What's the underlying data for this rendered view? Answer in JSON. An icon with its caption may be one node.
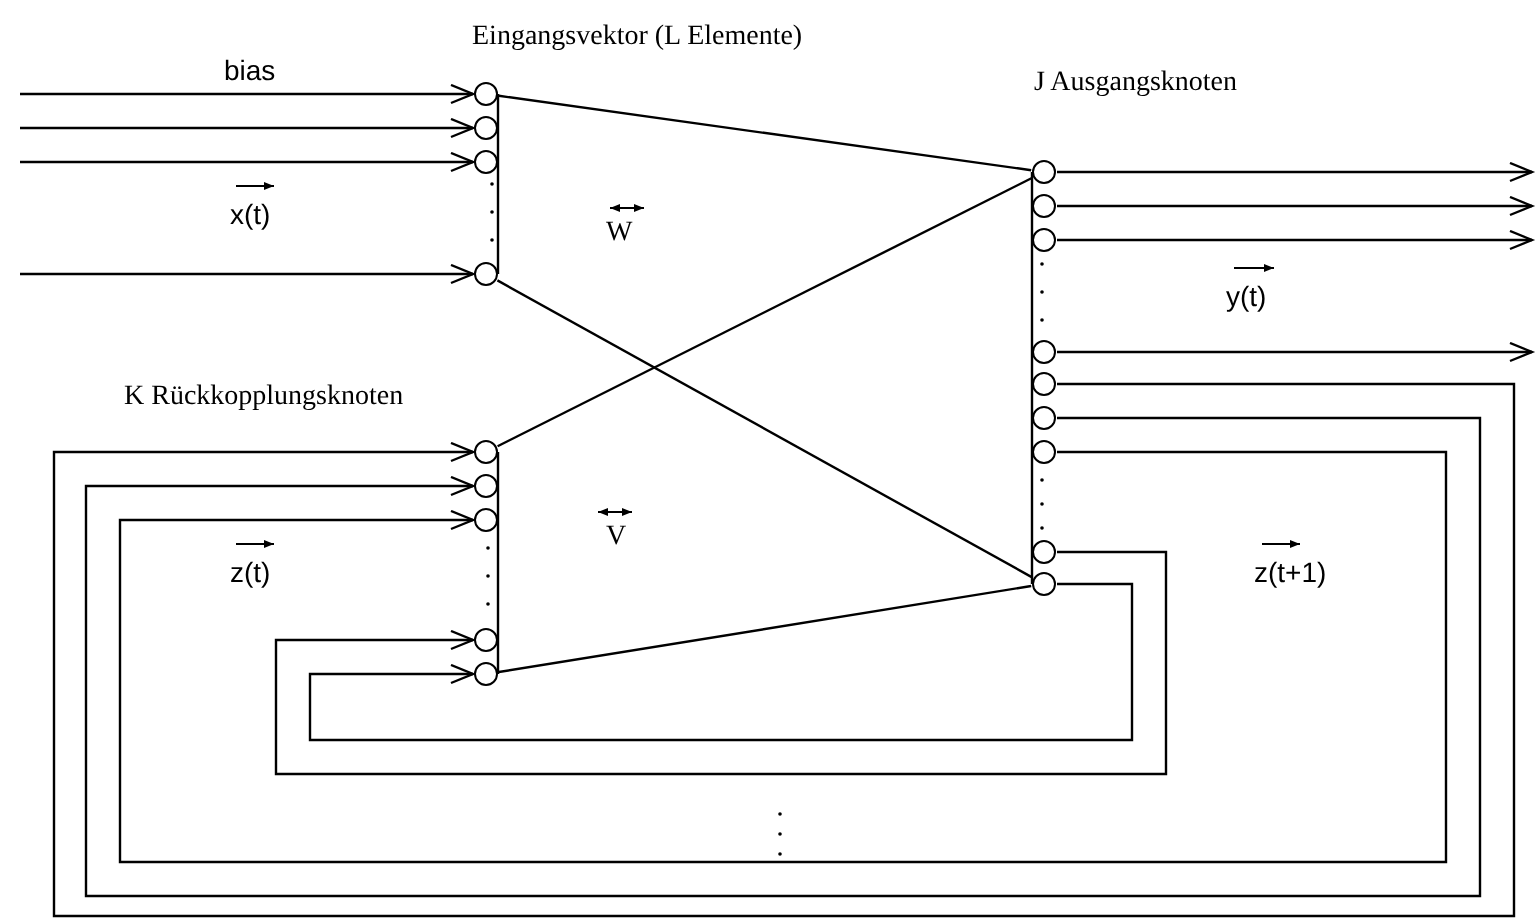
{
  "diagram": {
    "nodes": [
      {
        "text": [],
        "shape": "circle"
      },
      {
        "text": [],
        "shape": "circle"
      },
      {
        "text": [],
        "shape": "circle"
      },
      {
        "text": [],
        "shape": "circle"
      },
      {
        "text": [],
        "shape": "circle"
      },
      {
        "text": [],
        "shape": "circle"
      },
      {
        "text": [],
        "shape": "circle"
      },
      {
        "text": [],
        "shape": "circle"
      },
      {
        "text": [],
        "shape": "circle"
      },
      {
        "text": [],
        "shape": "circle"
      },
      {
        "text": [],
        "shape": "circle"
      },
      {
        "text": [],
        "shape": "circle"
      },
      {
        "text": [],
        "shape": "circle"
      },
      {
        "text": [],
        "shape": "circle"
      },
      {
        "text": [],
        "shape": "circle"
      },
      {
        "text": [],
        "shape": "circle"
      },
      {
        "text": [],
        "shape": "circle"
      },
      {
        "text": [],
        "shape": "circle"
      }
    ],
    "edges": [
      {
        "from": null,
        "to": 0,
        "arrow": "to"
      },
      {
        "from": null,
        "to": 1,
        "arrow": "to"
      },
      {
        "from": null,
        "to": 2,
        "arrow": "to"
      },
      {
        "from": null,
        "to": 3,
        "arrow": "to"
      },
      {
        "from": 4,
        "to": null,
        "arrow": "to"
      },
      {
        "from": 5,
        "to": null,
        "arrow": "to"
      },
      {
        "from": 6,
        "to": null,
        "arrow": "to"
      },
      {
        "from": 7,
        "to": null,
        "arrow": "to"
      },
      {
        "from": 8,
        "to": 13,
        "arrow": "to"
      },
      {
        "from": 9,
        "to": 14,
        "arrow": "to"
      },
      {
        "from": 10,
        "to": 15,
        "arrow": "to"
      },
      {
        "from": 11,
        "to": 16,
        "arrow": "to"
      },
      {
        "from": 12,
        "to": 17,
        "arrow": "to"
      },
      {
        "from": 0,
        "to": 4,
        "arrow": "none"
      },
      {
        "from": 3,
        "to": 12,
        "arrow": "none"
      },
      {
        "from": 13,
        "to": 4,
        "arrow": "none"
      },
      {
        "from": 17,
        "to": 12,
        "arrow": "none"
      },
      {
        "from": 0,
        "to": 3,
        "arrow": "none"
      },
      {
        "from": 4,
        "to": 12,
        "arrow": "none"
      },
      {
        "from": 13,
        "to": 17,
        "arrow": "none"
      }
    ],
    "labels": [
      "Eingangsvektor (L Elemente)",
      "bias",
      "J Ausgangsknoten",
      "x(t)",
      "W",
      "y(t)",
      "K Rückkopplungsknoten",
      "V",
      "z(t)",
      "z(t+1)"
    ]
  }
}
